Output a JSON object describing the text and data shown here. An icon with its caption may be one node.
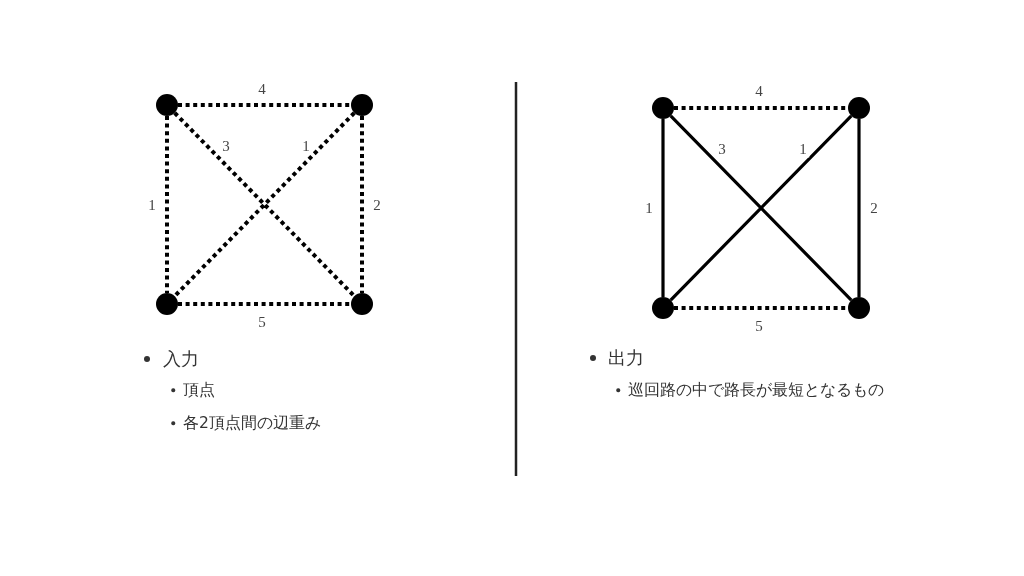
{
  "diagram": {
    "nodes": [
      {
        "text": [],
        "shape": "circle"
      },
      {
        "text": [],
        "shape": "circle"
      },
      {
        "text": [],
        "shape": "circle"
      },
      {
        "text": [],
        "shape": "circle"
      },
      {
        "text": [],
        "shape": "circle"
      },
      {
        "text": [],
        "shape": "circle"
      },
      {
        "text": [],
        "shape": "circle"
      },
      {
        "text": [],
        "shape": "circle"
      }
    ],
    "edges": [
      {
        "from": 0,
        "to": 1,
        "arrow": "none",
        "label": "4",
        "style": "dashed"
      },
      {
        "from": 0,
        "to": 3,
        "arrow": "none",
        "label": "3",
        "style": "dashed"
      },
      {
        "from": 1,
        "to": 2,
        "arrow": "none",
        "label": "1",
        "style": "dashed"
      },
      {
        "from": 0,
        "to": 2,
        "arrow": "none",
        "label": "1",
        "style": "dashed"
      },
      {
        "from": 1,
        "to": 3,
        "arrow": "none",
        "label": "2",
        "style": "dashed"
      },
      {
        "from": 2,
        "to": 3,
        "arrow": "none",
        "label": "5",
        "style": "dashed"
      },
      {
        "from": 4,
        "to": 5,
        "arrow": "none",
        "label": "4",
        "style": "dashed"
      },
      {
        "from": 4,
        "to": 7,
        "arrow": "none",
        "label": "3"
      },
      {
        "from": 5,
        "to": 6,
        "arrow": "none",
        "label": "1"
      },
      {
        "from": 4,
        "to": 6,
        "arrow": "none",
        "label": "1"
      },
      {
        "from": 5,
        "to": 7,
        "arrow": "none",
        "label": "2"
      },
      {
        "from": 6,
        "to": 7,
        "arrow": "none",
        "label": "5",
        "style": "dashed"
      }
    ],
    "labels": [
      "入力",
      "頂点",
      "各2頂点間の辺重み",
      "出力",
      "巡回路の中で路長が最短となるもの"
    ]
  }
}
